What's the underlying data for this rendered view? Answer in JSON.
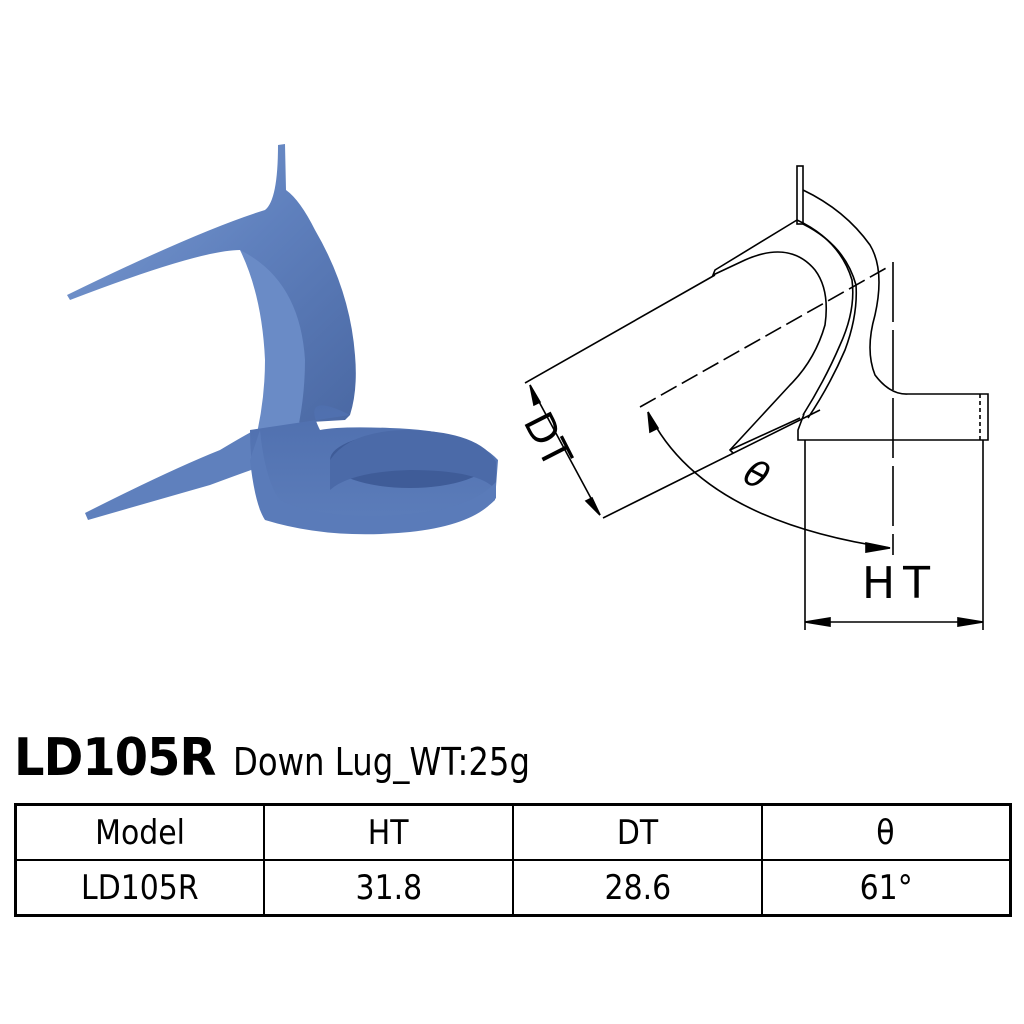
{
  "product": {
    "model_code": "LD105R",
    "subtitle": "Down Lug_WT:25g",
    "photo": {
      "description": "blue titanium down lug",
      "color": "#5b7cb8"
    }
  },
  "drawing": {
    "labels": {
      "dt": "DT",
      "theta": "θ",
      "ht": "HT"
    }
  },
  "spec_table": {
    "headers": [
      "Model",
      "HT",
      "DT",
      "θ"
    ],
    "rows": [
      [
        "LD105R",
        "31.8",
        "28.6",
        "61°"
      ]
    ]
  }
}
